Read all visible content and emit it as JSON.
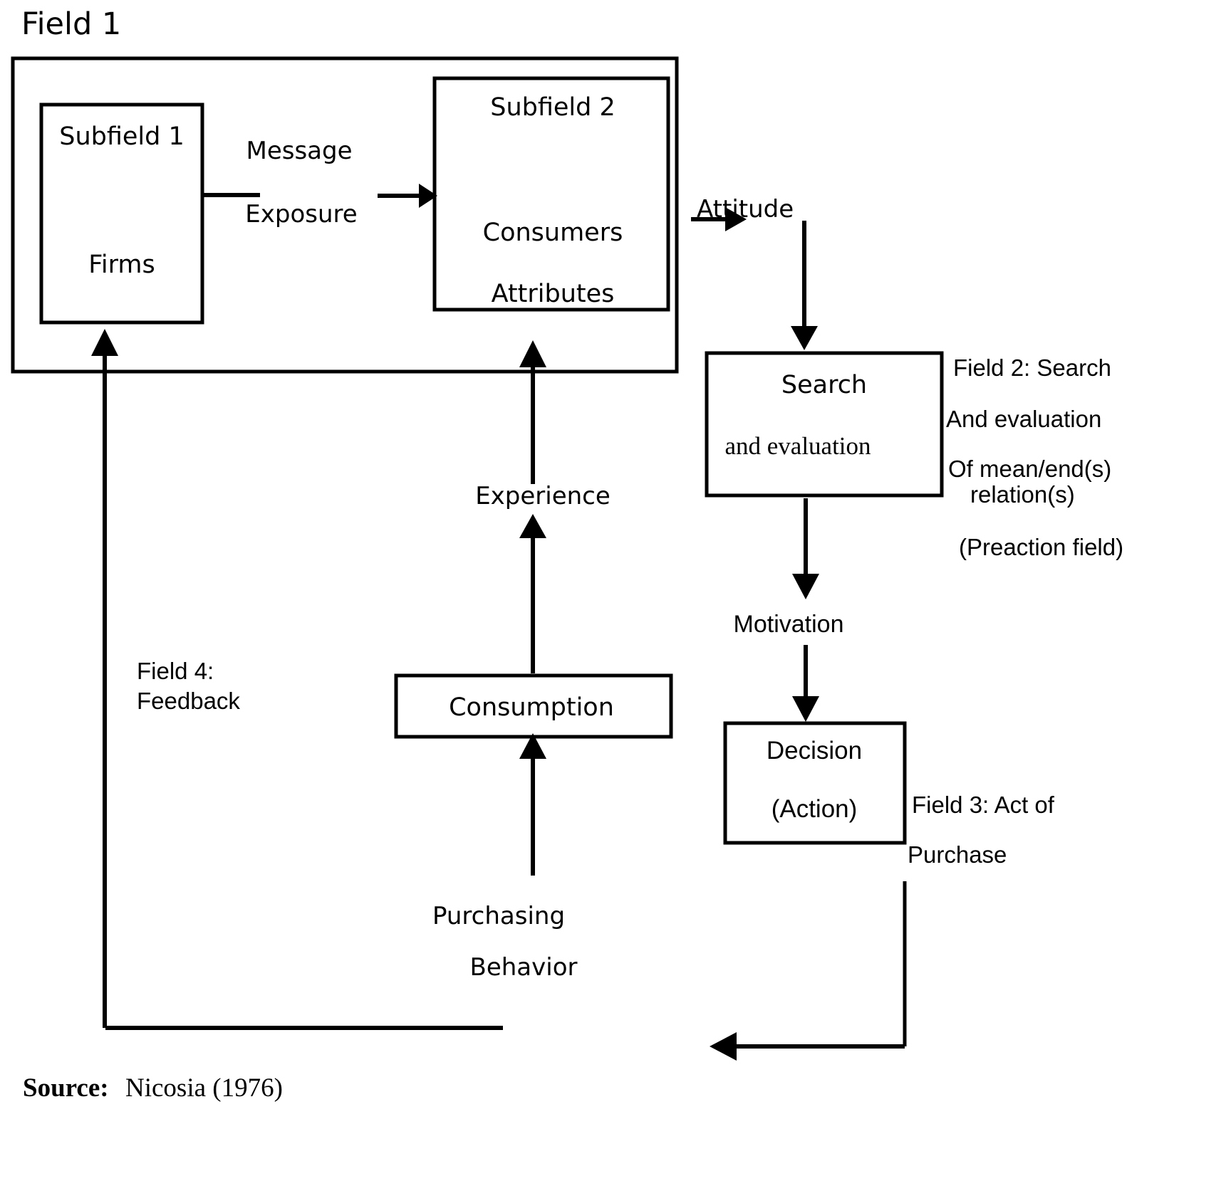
{
  "diagram": {
    "title": "Field 1",
    "source_prefix": "Source:",
    "source_citation": "Nicosia (1976)",
    "boxes": {
      "field1": {
        "label": "Field 1"
      },
      "subfield1": {
        "line1": "Subfield 1",
        "line2": "Firms"
      },
      "subfield2": {
        "line1": "Subfield 2",
        "line2": "Consumers",
        "line3": "Attributes"
      },
      "search": {
        "line1": "Search",
        "line2": "and evaluation"
      },
      "consumption": {
        "label": "Consumption"
      },
      "decision": {
        "line1": "Decision",
        "line2": "(Action)"
      }
    },
    "connector_labels": {
      "message": "Message",
      "exposure": "Exposure",
      "attitude": "Attitude",
      "experience": "Experience",
      "motivation": "Motivation",
      "purchasing": "Purchasing",
      "behavior": "Behavior"
    },
    "side_labels": {
      "field2_line1": "Field 2: Search",
      "field2_line2": "And evaluation",
      "field2_line3": "Of mean/end(s)",
      "field2_line4": "relation(s)",
      "field2_line5": "(Preaction field)",
      "field3_line1": "Field 3: Act of",
      "field3_line2": "Purchase",
      "field4_line1": "Field 4:",
      "field4_line2": "Feedback"
    },
    "colors": {
      "stroke": "#000000",
      "background": "#ffffff",
      "text": "#000000"
    }
  }
}
